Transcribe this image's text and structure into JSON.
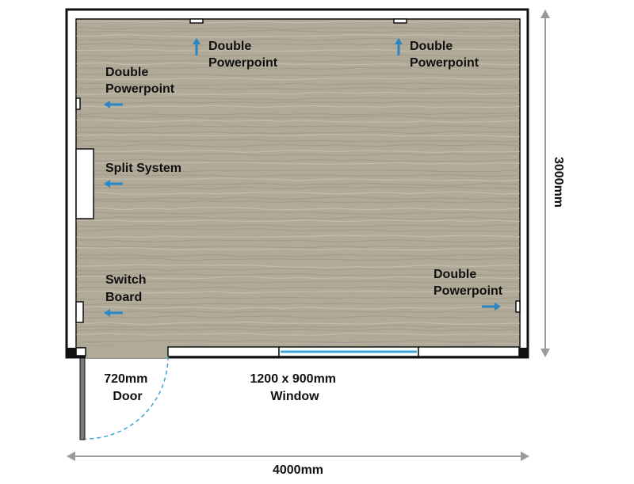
{
  "labels": {
    "powerpoint_top_1": [
      "Double",
      "Powerpoint"
    ],
    "powerpoint_top_2": [
      "Double",
      "Powerpoint"
    ],
    "powerpoint_left": [
      "Double",
      "Powerpoint"
    ],
    "split_system": "Split System",
    "switch_board": [
      "Switch",
      "Board"
    ],
    "powerpoint_right": [
      "Double",
      "Powerpoint"
    ],
    "door": [
      "720mm",
      "Door"
    ],
    "window": [
      "1200 x 900mm",
      "Window"
    ]
  },
  "dimensions": {
    "width_label": "4000mm",
    "height_label": "3000mm"
  },
  "colors": {
    "floor": "#b1aa98",
    "wall": "#111111",
    "arrow": "#2a86c5",
    "window_glass": "#3aa6d8",
    "dim_line": "#9a9a9a"
  },
  "icons": {
    "arrow_up": "arrow-up-icon",
    "arrow_left": "arrow-left-icon",
    "arrow_right": "arrow-right-icon"
  }
}
